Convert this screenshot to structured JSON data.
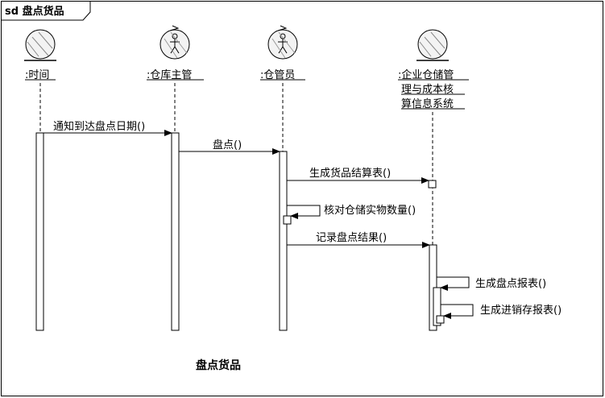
{
  "frame": {
    "tag": "sd 盘点货品"
  },
  "caption": "盘点货品",
  "lifelines": [
    {
      "id": "time",
      "label": ":时间",
      "kind": "boundary"
    },
    {
      "id": "manager",
      "label": ":仓库主管",
      "kind": "control"
    },
    {
      "id": "keeper",
      "label": ":仓管员",
      "kind": "control"
    },
    {
      "id": "system",
      "label_lines": [
        ":企业仓储管",
        "理与成本核",
        "算信息系统"
      ],
      "kind": "entity"
    }
  ],
  "messages": [
    {
      "label": "通知到达盘点日期()",
      "from": "time",
      "to": "manager"
    },
    {
      "label": "盘点()",
      "from": "manager",
      "to": "keeper"
    },
    {
      "label": "生成货品结算表()",
      "from": "keeper",
      "to": "system"
    },
    {
      "label": "核对仓储实物数量()",
      "from": "keeper",
      "to": "keeper"
    },
    {
      "label": "记录盘点结果()",
      "from": "keeper",
      "to": "system"
    },
    {
      "label": "生成盘点报表()",
      "from": "system",
      "to": "system"
    },
    {
      "label": "生成进销存报表()",
      "from": "system",
      "to": "system"
    }
  ]
}
